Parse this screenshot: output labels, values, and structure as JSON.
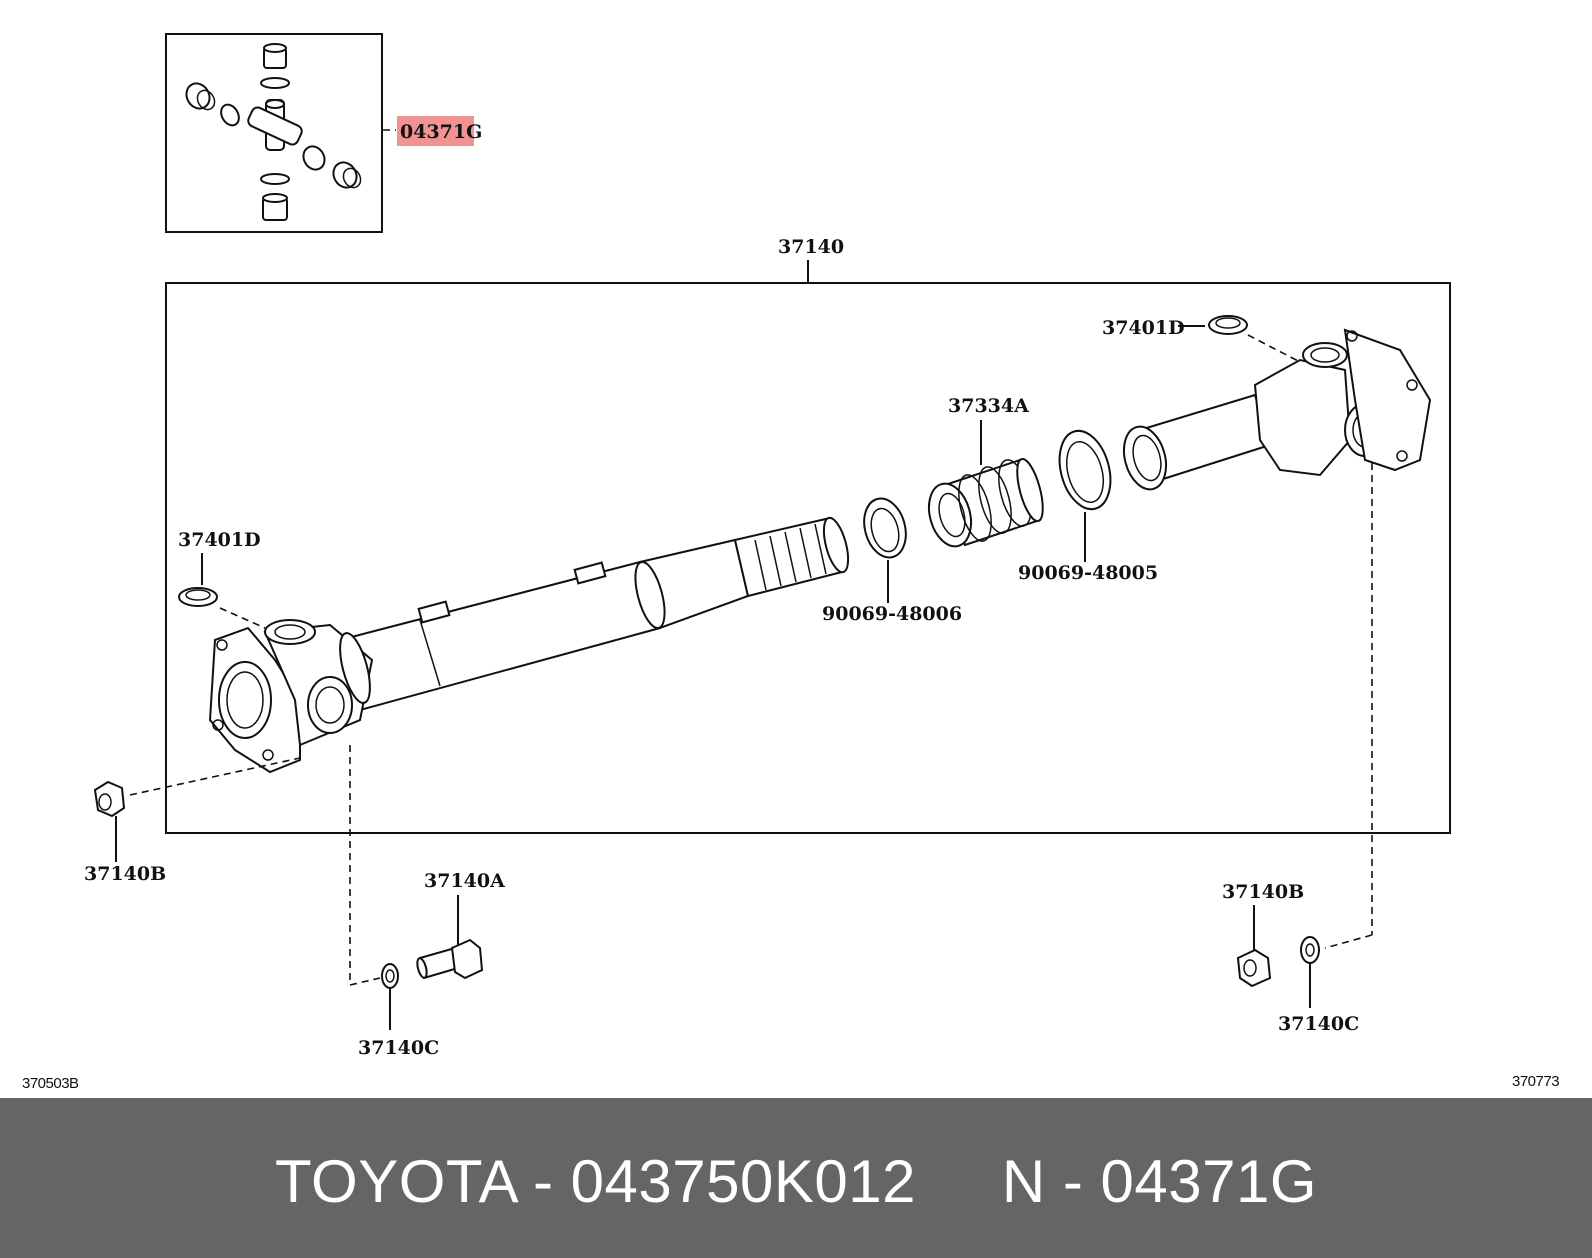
{
  "diagram": {
    "callouts": {
      "universal_joint": "04371G",
      "assembly": "37140",
      "snap_ring_top": "37401D",
      "snap_ring_left": "37401D",
      "boot": "37334A",
      "ring_left": "90069-48006",
      "ring_right": "90069-48005",
      "nut_left": "37140B",
      "bolt": "37140A",
      "washer_left": "37140C",
      "nut_right": "37140B",
      "washer_right": "37140C"
    },
    "highlight_color": "#f08080",
    "figure_codes": {
      "left": "370503B",
      "right": "370773"
    }
  },
  "footer": {
    "text": "TOYOTA - 043750K012     N - 04371G",
    "background": "#656565"
  }
}
